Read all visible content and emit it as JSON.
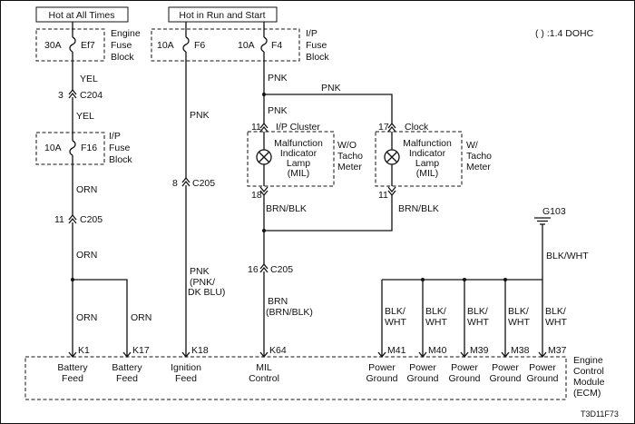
{
  "header": {
    "hot_at_all_times": "Hot at All Times",
    "hot_in_run_and_start": "Hot in Run and Start",
    "engine_note": "( ) :1.4 DOHC"
  },
  "fuses": {
    "ef7": {
      "rating": "30A",
      "name": "Ef7",
      "block": [
        "Engine",
        "Fuse",
        "Block"
      ]
    },
    "f6": {
      "rating": "10A",
      "name": "F6"
    },
    "f4": {
      "rating": "10A",
      "name": "F4"
    },
    "ip_block": [
      "I/P",
      "Fuse",
      "Block"
    ],
    "f16": {
      "rating": "10A",
      "name": "F16",
      "block": [
        "I/P",
        "Fuse",
        "Block"
      ]
    }
  },
  "connectors": {
    "c204": {
      "pin": "3",
      "name": "C204"
    },
    "c205_orn": {
      "pin": "11",
      "name": "C205"
    },
    "c205_pnk": {
      "pin": "8",
      "name": "C205"
    },
    "c205_brn": {
      "pin": "16",
      "name": "C205"
    }
  },
  "wire_colors": {
    "yel_1": "YEL",
    "yel_2": "YEL",
    "pnk_f6": "PNK",
    "pnk_f4": "PNK",
    "pnk_branch": "PNK",
    "pnk_cluster": "PNK",
    "orn_1": "ORN",
    "orn_2": "ORN",
    "orn_3": "ORN",
    "orn_4": "ORN",
    "brn_blk_1": "BRN/BLK",
    "brn_blk_2": "BRN/BLK",
    "blk_wht_main": "BLK/WHT",
    "pnk_k18": [
      "PNK",
      "(PNK/",
      "DK BLU)"
    ],
    "brn_k64": [
      "BRN",
      "(BRN/BLK)"
    ],
    "blk_wht_pair": [
      "BLK/",
      "WHT"
    ]
  },
  "cluster": {
    "pin_top": "11",
    "pin_bottom": "18",
    "name": "I/P Cluster",
    "lamp": [
      "Malfunction",
      "Indicator",
      "Lamp",
      "(MIL)"
    ],
    "variant": [
      "W/O",
      "Tacho",
      "Meter"
    ]
  },
  "clock": {
    "pin_top": "17",
    "pin_bottom": "11",
    "name": "Clock",
    "lamp": [
      "Malfunction",
      "Indicator",
      "Lamp",
      "(MIL)"
    ],
    "variant": [
      "W/",
      "Tacho",
      "Meter"
    ]
  },
  "ground": {
    "name": "G103"
  },
  "ecm": {
    "name": [
      "Engine",
      "Control",
      "Module",
      "(ECM)"
    ],
    "pins": [
      {
        "pin": "K1",
        "label": [
          "Battery",
          "Feed"
        ]
      },
      {
        "pin": "K17",
        "label": [
          "Battery",
          "Feed"
        ]
      },
      {
        "pin": "K18",
        "label": [
          "Ignition",
          "Feed"
        ]
      },
      {
        "pin": "K64",
        "label": [
          "MIL",
          "Control"
        ]
      },
      {
        "pin": "M41",
        "label": [
          "Power",
          "Ground"
        ]
      },
      {
        "pin": "M40",
        "label": [
          "Power",
          "Ground"
        ]
      },
      {
        "pin": "M39",
        "label": [
          "Power",
          "Ground"
        ]
      },
      {
        "pin": "M38",
        "label": [
          "Power",
          "Ground"
        ]
      },
      {
        "pin": "M37",
        "label": [
          "Power",
          "Ground"
        ]
      }
    ]
  },
  "figure_code": "T3D11F73"
}
